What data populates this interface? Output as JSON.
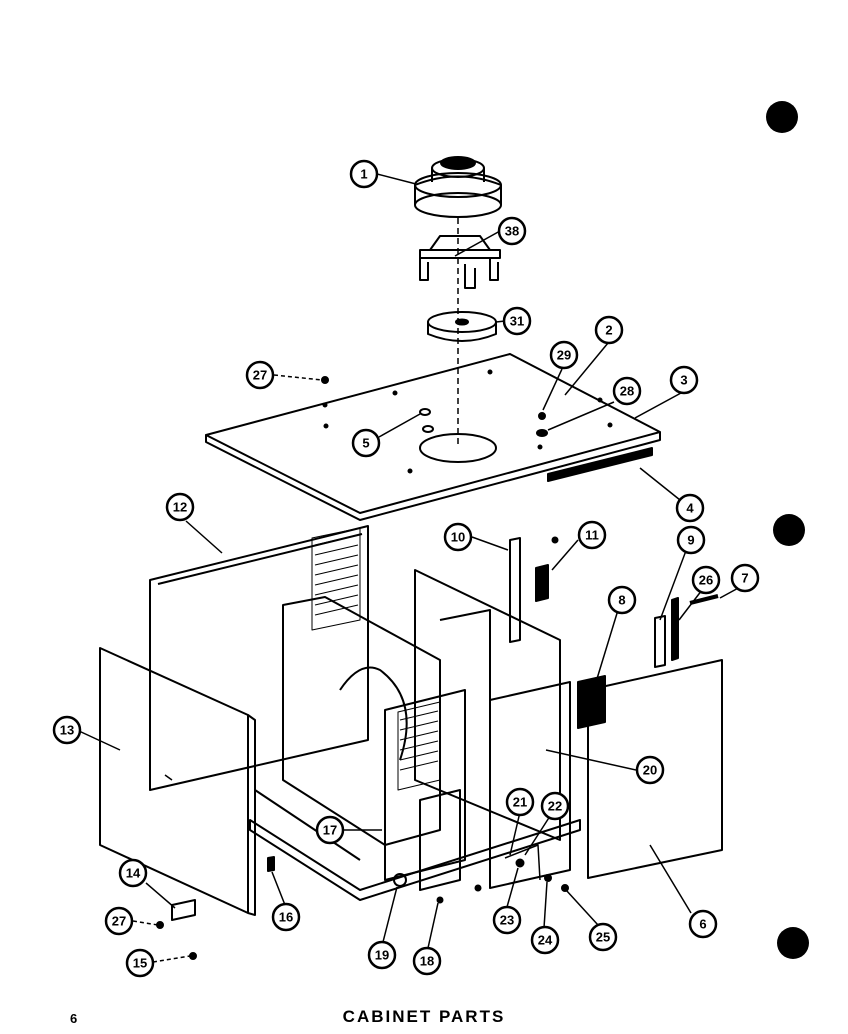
{
  "page": {
    "title": "CABINET PARTS",
    "page_number": "6"
  },
  "callouts": [
    {
      "id": "c1",
      "label": "1"
    },
    {
      "id": "c38",
      "label": "38"
    },
    {
      "id": "c31",
      "label": "31"
    },
    {
      "id": "c27a",
      "label": "27"
    },
    {
      "id": "c29",
      "label": "29"
    },
    {
      "id": "c2",
      "label": "2"
    },
    {
      "id": "c28",
      "label": "28"
    },
    {
      "id": "c3",
      "label": "3"
    },
    {
      "id": "c5",
      "label": "5"
    },
    {
      "id": "c4",
      "label": "4"
    },
    {
      "id": "c12",
      "label": "12"
    },
    {
      "id": "c10",
      "label": "10"
    },
    {
      "id": "c11",
      "label": "11"
    },
    {
      "id": "c9",
      "label": "9"
    },
    {
      "id": "c26",
      "label": "26"
    },
    {
      "id": "c7",
      "label": "7"
    },
    {
      "id": "c8",
      "label": "8"
    },
    {
      "id": "c13",
      "label": "13"
    },
    {
      "id": "c20",
      "label": "20"
    },
    {
      "id": "c21",
      "label": "21"
    },
    {
      "id": "c22",
      "label": "22"
    },
    {
      "id": "c17",
      "label": "17"
    },
    {
      "id": "c14",
      "label": "14"
    },
    {
      "id": "c16",
      "label": "16"
    },
    {
      "id": "c27b",
      "label": "27"
    },
    {
      "id": "c15",
      "label": "15"
    },
    {
      "id": "c19",
      "label": "19"
    },
    {
      "id": "c18",
      "label": "18"
    },
    {
      "id": "c23",
      "label": "23"
    },
    {
      "id": "c24",
      "label": "24"
    },
    {
      "id": "c25",
      "label": "25"
    },
    {
      "id": "c6",
      "label": "6"
    }
  ]
}
